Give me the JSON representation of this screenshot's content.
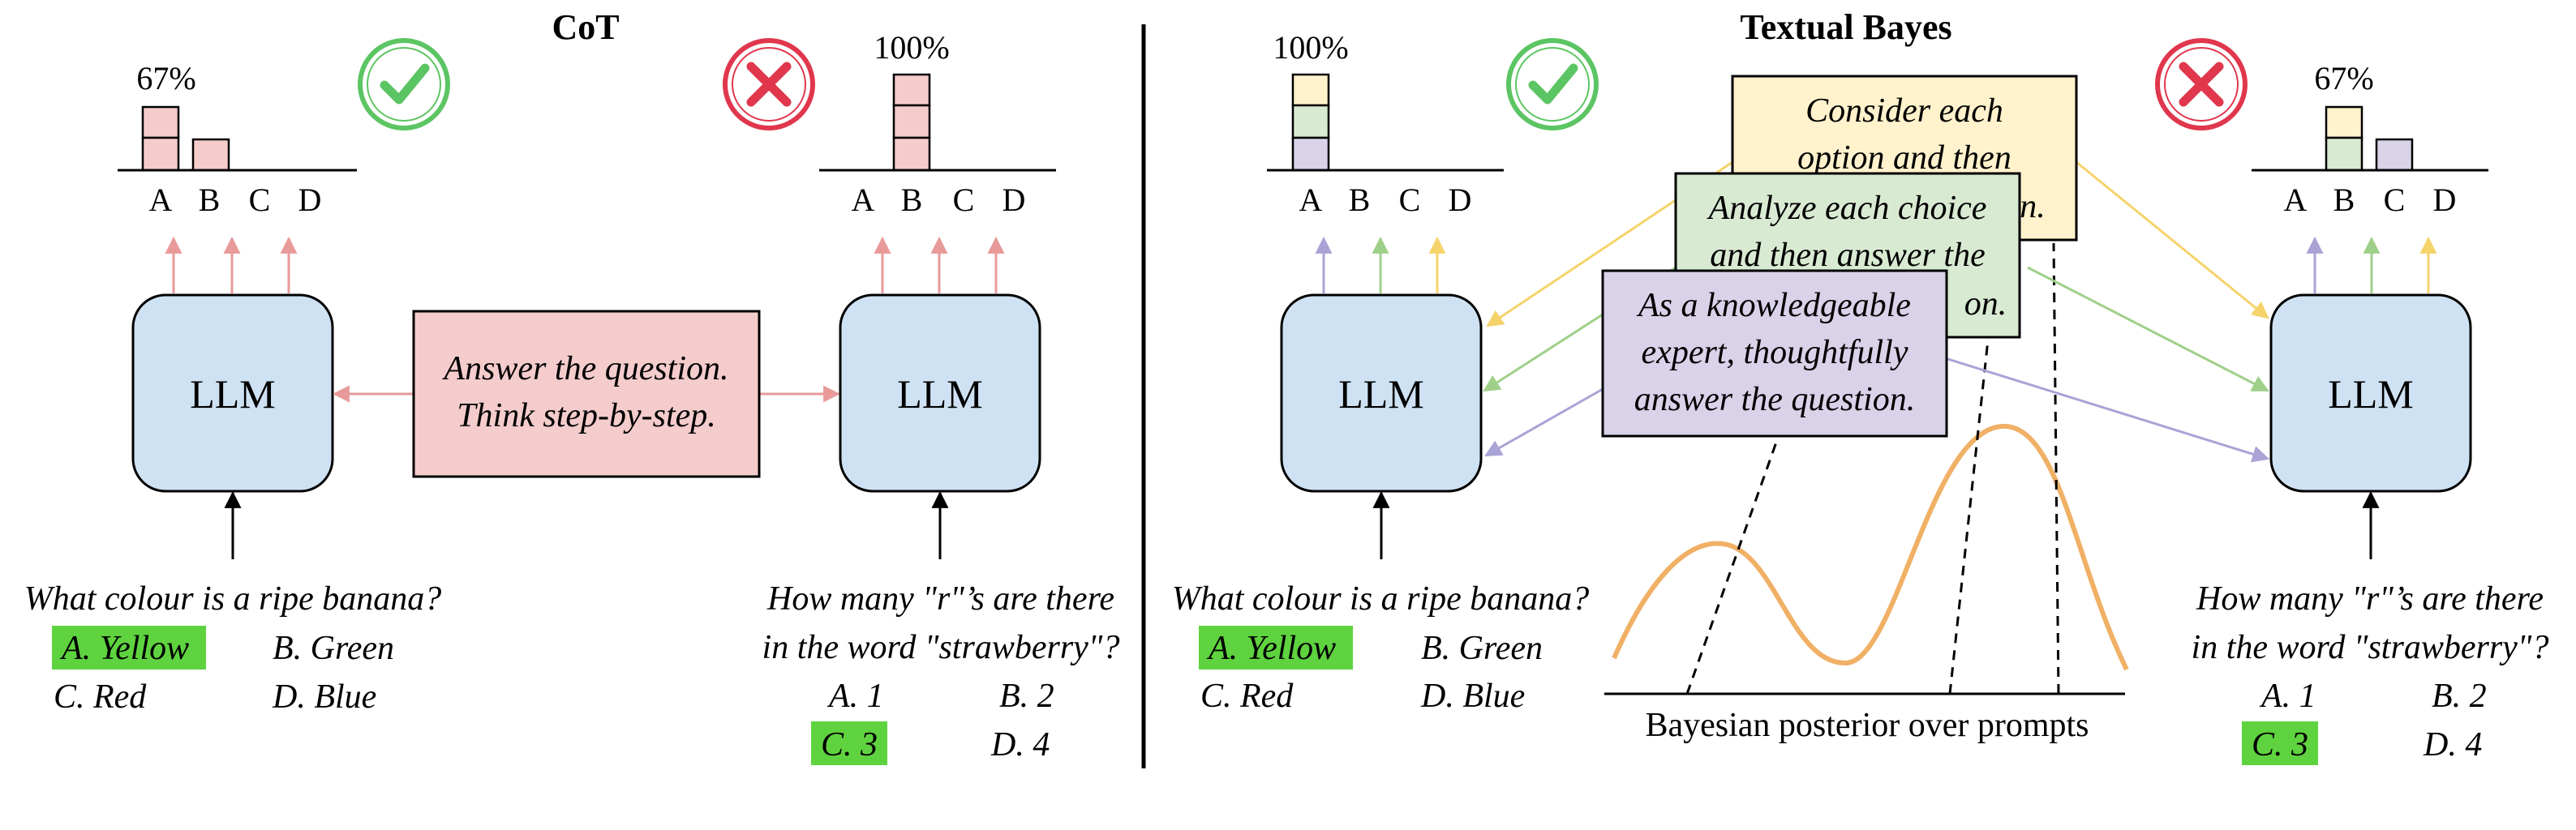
{
  "colors": {
    "red_bar": "#f4cccc",
    "red_arrow": "#e89a9a",
    "llm_fill": "#cfe2f3",
    "prompt_red": "#f4cccc",
    "prompt_yellow": "#fff2cc",
    "prompt_green": "#d9ead3",
    "prompt_purple": "#d9d2e9",
    "arrow_yellow": "#f5d36b",
    "arrow_green": "#9fd08a",
    "arrow_purple": "#a9a3d6",
    "highlight": "#5fd33f",
    "check": "#5cc563",
    "cross": "#e0374d",
    "curve": "#f0b065"
  },
  "cot": {
    "title": "CoT",
    "left": {
      "hist_label": "67%",
      "axis": [
        "A",
        "B",
        "C",
        "D"
      ],
      "counts": [
        2,
        1,
        0,
        0
      ],
      "verdict": "check-icon",
      "llm": "LLM",
      "question": [
        "What colour is a ripe banana?"
      ],
      "options": [
        "A. Yellow",
        "B. Green",
        "C. Red",
        "D. Blue"
      ],
      "correct": "A. Yellow"
    },
    "right": {
      "hist_label": "100%",
      "axis": [
        "A",
        "B",
        "C",
        "D"
      ],
      "counts": [
        0,
        3,
        0,
        0
      ],
      "verdict": "cross-icon",
      "llm": "LLM",
      "question": [
        "How many \"r\"’s are there",
        "in the word \"strawberry\"?"
      ],
      "options": [
        "A. 1",
        "B. 2",
        "C. 3",
        "D. 4"
      ],
      "correct": "C. 3"
    },
    "prompt": [
      "Answer the question.",
      "Think step-by-step."
    ]
  },
  "textual_bayes": {
    "title": "Textual Bayes",
    "left": {
      "hist_label": "100%",
      "axis": [
        "A",
        "B",
        "C",
        "D"
      ],
      "verdict": "check-icon",
      "llm": "LLM",
      "question": [
        "What colour is a ripe banana?"
      ],
      "options": [
        "A. Yellow",
        "B. Green",
        "C. Red",
        "D. Blue"
      ],
      "correct": "A. Yellow"
    },
    "right": {
      "hist_label": "67%",
      "axis": [
        "A",
        "B",
        "C",
        "D"
      ],
      "verdict": "cross-icon",
      "llm": "LLM",
      "question": [
        "How many \"r\"’s are there",
        "in the word \"strawberry\"?"
      ],
      "options": [
        "A. 1",
        "B. 2",
        "C. 3",
        "D. 4"
      ],
      "correct": "C. 3"
    },
    "prompts": {
      "yellow": [
        "Consider each",
        "option and then",
        "n."
      ],
      "green": [
        "Analyze each choice",
        "and then answer the",
        "on."
      ],
      "purple": [
        "As a knowledgeable",
        "expert, thoughtfully",
        "answer the question."
      ]
    },
    "posterior_label": "Bayesian posterior over prompts"
  }
}
